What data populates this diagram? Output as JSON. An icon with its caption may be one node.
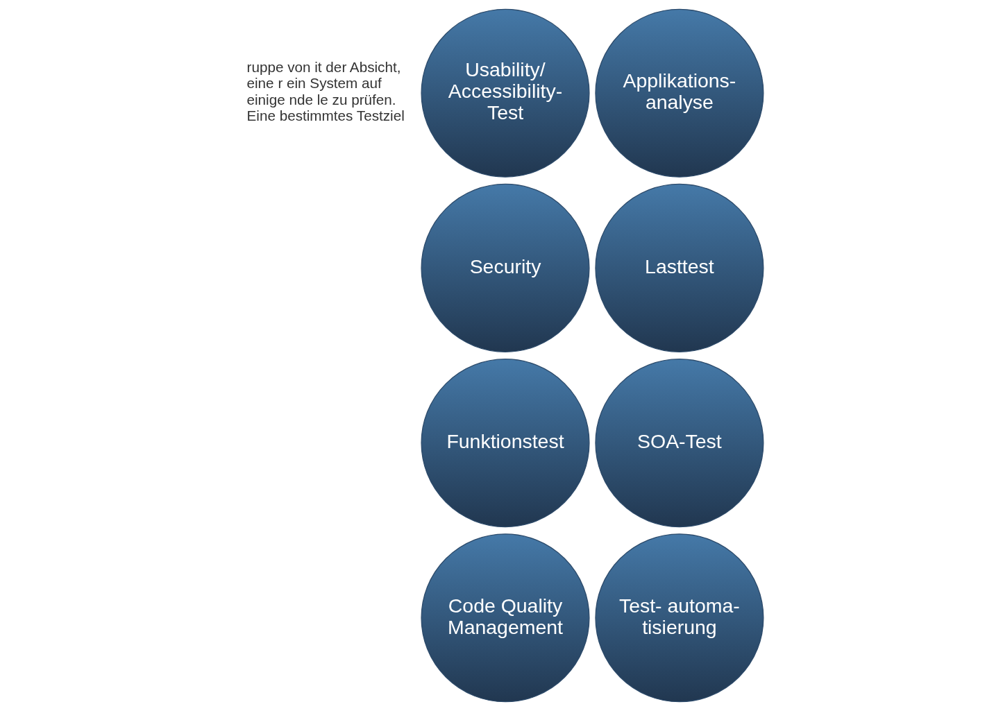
{
  "diagram": {
    "nodes": [
      {
        "text": [
          "Usability/ Accessibility- Test"
        ]
      },
      {
        "text": [
          "Applikations- analyse"
        ]
      },
      {
        "text": [
          "Security"
        ]
      },
      {
        "text": [
          "Lasttest"
        ]
      },
      {
        "text": [
          "Funktionstest"
        ]
      },
      {
        "text": [
          "SOA-Test"
        ]
      },
      {
        "text": [
          "Code Quality Management"
        ]
      },
      {
        "text": [
          "Test- automa- tisierung"
        ]
      }
    ],
    "labels": [
      "ruppe von it der Absicht, eine r ein System auf einige nde le zu prüfen. Eine bestimmtes Testziel"
    ]
  }
}
